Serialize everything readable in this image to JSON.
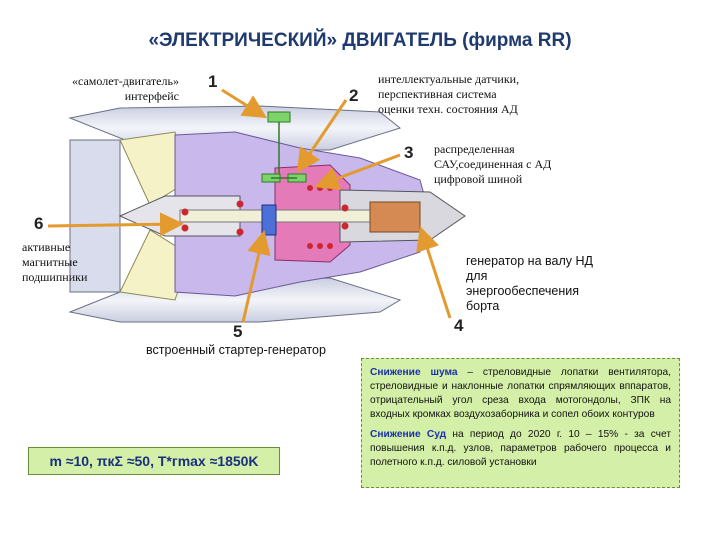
{
  "title": "«ЭЛЕКТРИЧЕСКИЙ» ДВИГАТЕЛЬ (фирма RR)",
  "callouts": {
    "c1": {
      "num": "1",
      "text": "«самолет-двигатель»\nинтерфейс"
    },
    "c2": {
      "num": "2",
      "text": "интеллектуальные датчики,\nперспективная система\nоценки техн. состояния АД"
    },
    "c3": {
      "num": "3",
      "text": "распределенная\nСАУ,соединенная с АД\nцифровой шиной"
    },
    "c4": {
      "num": "4",
      "text": "генератор на валу НД\nдля\nэнергообеспечения\nборта"
    },
    "c5": {
      "num": "5",
      "text": "встроенный стартер-генератор"
    },
    "c6": {
      "num": "6",
      "text": "активные\nмагнитные\nподшипники"
    }
  },
  "info": {
    "noise_title": "Снижение шума",
    "noise_text": " – стреловидные лопатки вентилятора, стреловидные и наклонные лопатки спрямляющих вппаратов, отрицательный угол среза входа мотогондолы, ЗПК на входных кромках воздухозаборника и сопел обоих контуров",
    "fuel_title": "Снижение Суд",
    "fuel_text": " на период до 2020 г. 10 – 15% - за счет повышения к.п.д. узлов, параметров рабочего процесса и полетного к.п.д. силовой установки"
  },
  "params": "m ≈10, πкΣ ≈50, Т*гmax ≈1850K",
  "colors": {
    "title": "#1f3a6e",
    "nacelle": "#e2e6f2",
    "core": "#c8b8ec",
    "hot": "#e47ab8",
    "generator": "#d48a52",
    "arrow": "#e39a2e",
    "box": "#d4f0a8"
  }
}
